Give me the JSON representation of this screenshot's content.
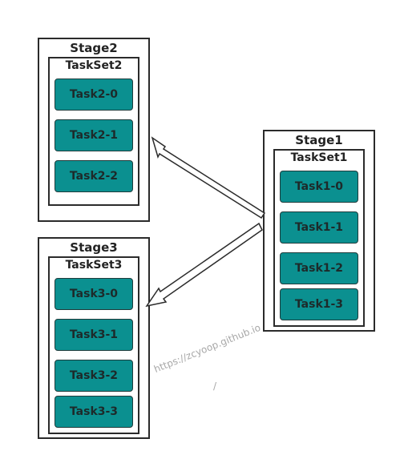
{
  "stage2": {
    "title": "Stage2",
    "taskset": "TaskSet2",
    "tasks": [
      "Task2-0",
      "Task2-1",
      "Task2-2"
    ]
  },
  "stage3": {
    "title": "Stage3",
    "taskset": "TaskSet3",
    "tasks": [
      "Task3-0",
      "Task3-1",
      "Task3-2",
      "Task3-3"
    ]
  },
  "stage1": {
    "title": "Stage1",
    "taskset": "TaskSet1",
    "tasks": [
      "Task1-0",
      "Task1-1",
      "Task1-2",
      "Task1-3"
    ]
  },
  "watermark": {
    "text": "https://zcyoop.github.io",
    "slash": "/"
  },
  "colors": {
    "task_fill": "#0b9090",
    "border": "#2b2b2b"
  }
}
